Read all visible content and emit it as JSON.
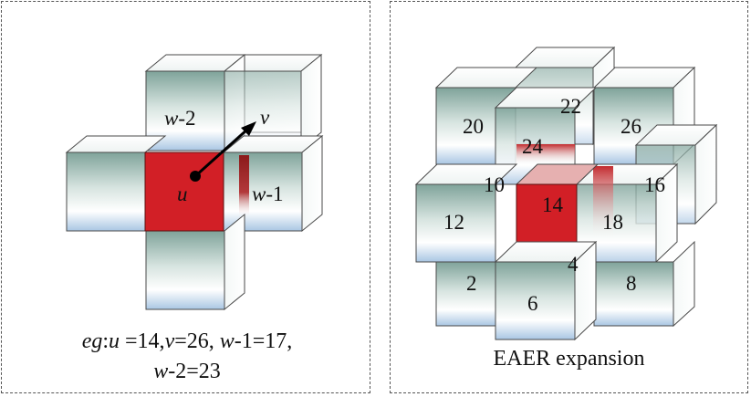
{
  "left_panel": {
    "labels": {
      "w2_var": "w",
      "w2_suffix": "-2",
      "v": "v",
      "u": "u",
      "w1_var": "w",
      "w1_suffix": "-1"
    },
    "caption": {
      "line1_eg": "eg",
      "line1_colon": ":",
      "line1_u": "u",
      "line1_eq14": " =14,",
      "line1_v": "v",
      "line1_eq26": "=26, ",
      "line1_w": "w",
      "line1_eq17": "-1=17,",
      "line2_w": "w",
      "line2_eq23": "-2=23"
    },
    "colors": {
      "center": "#d21f26",
      "accent": "#8b1a1a"
    }
  },
  "right_panel": {
    "numbers": [
      "20",
      "22",
      "26",
      "24",
      "10",
      "16",
      "12",
      "14",
      "18",
      "4",
      "2",
      "8",
      "6"
    ],
    "caption": "EAER expansion",
    "colors": {
      "center": "#d21f26"
    }
  }
}
